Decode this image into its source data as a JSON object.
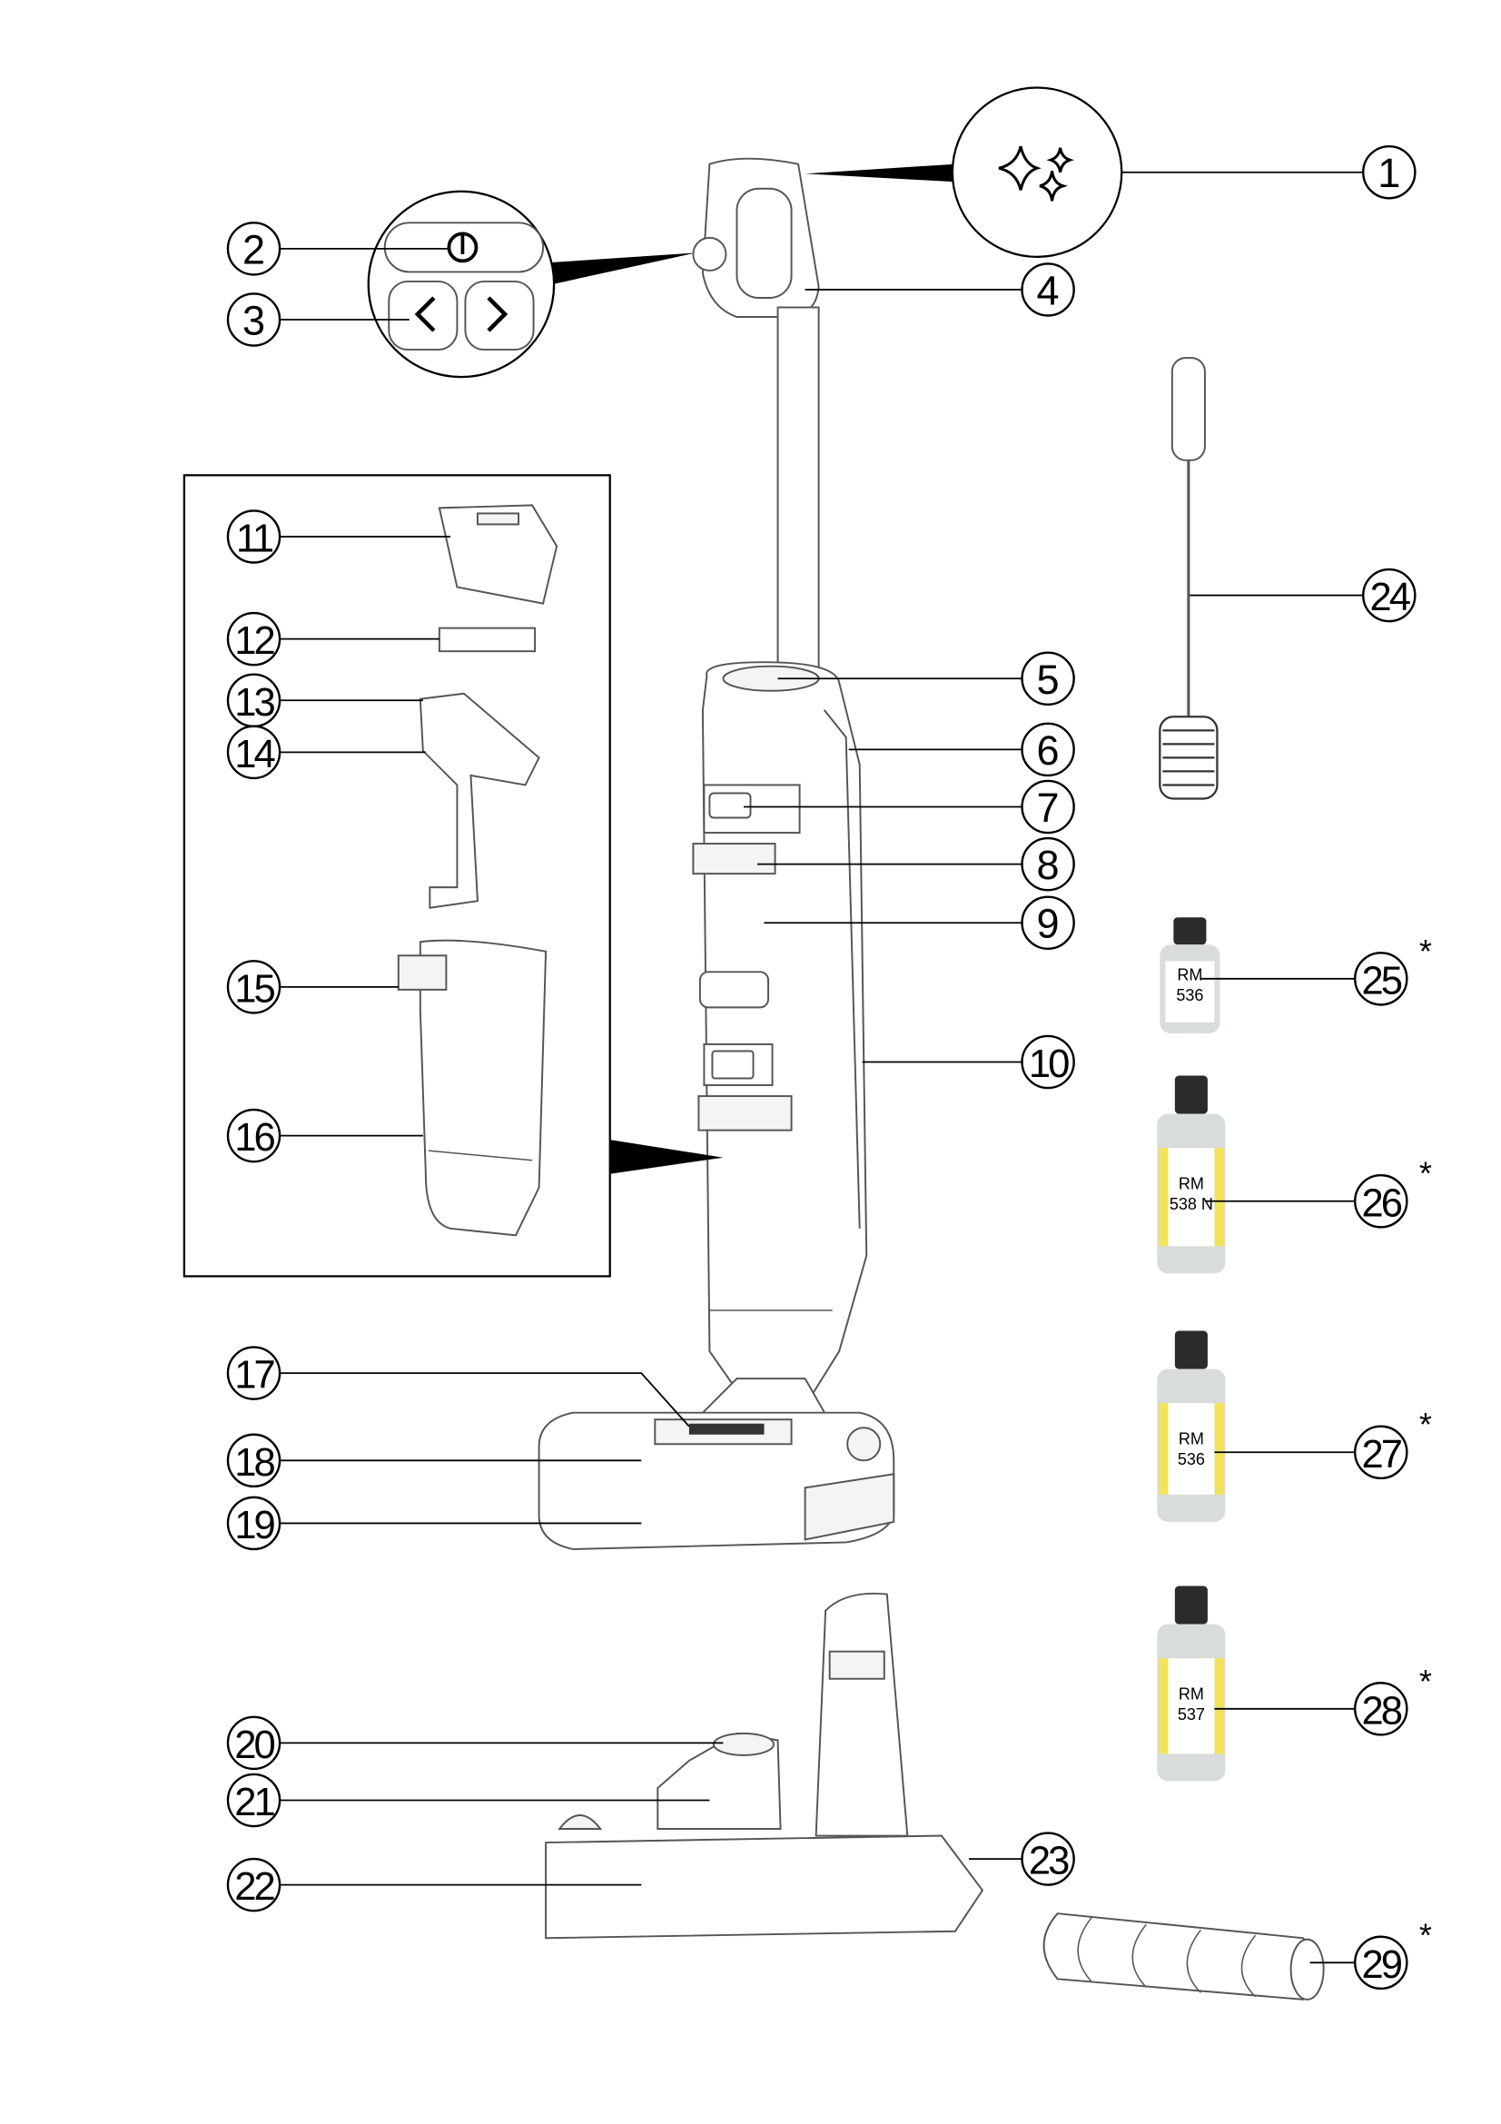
{
  "diagram": {
    "callouts": [
      "1",
      "2",
      "3",
      "4",
      "5",
      "6",
      "7",
      "8",
      "9",
      "10",
      "11",
      "12",
      "13",
      "14",
      "15",
      "16",
      "17",
      "18",
      "19",
      "20",
      "21",
      "22",
      "23",
      "24",
      "25",
      "26",
      "27",
      "28",
      "29"
    ],
    "optional_marker": "*",
    "optional_callouts": [
      "25",
      "26",
      "27",
      "28",
      "29"
    ],
    "bottles": [
      {
        "callout": "25",
        "line1": "RM",
        "line2": "536"
      },
      {
        "callout": "26",
        "line1": "RM",
        "line2": "538 N"
      },
      {
        "callout": "27",
        "line1": "RM",
        "line2": "536"
      },
      {
        "callout": "28",
        "line1": "RM",
        "line2": "537"
      }
    ],
    "icons": {
      "detail_1": "sparkle-icon",
      "detail_2": "power-icon",
      "detail_3": "chevron-left-right-icons"
    },
    "colors": {
      "line": "#000000",
      "part_outline": "#555555",
      "label_yellow": "#f2e35a",
      "cap": "#2b2b2b",
      "bottle": "#d9dcdc"
    }
  }
}
